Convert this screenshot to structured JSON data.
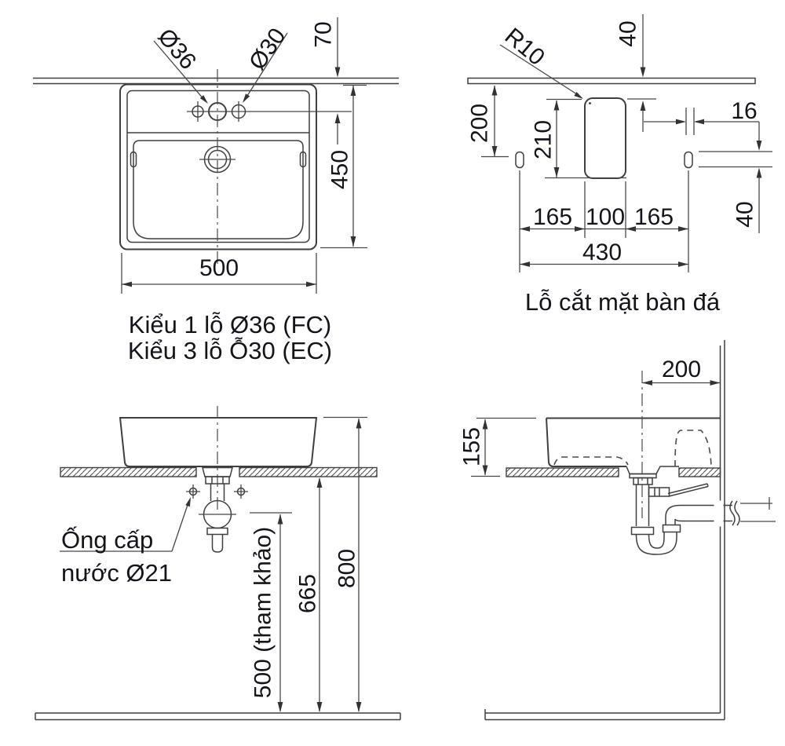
{
  "drawing": {
    "plan_view": {
      "hole_label_fc": "Ø36",
      "hole_label_ec": "Ø30",
      "dim_hole_setback": "70",
      "dim_depth": "450",
      "dim_width": "500",
      "caption_line1": "Kiểu 1 lỗ Ø36 (FC)",
      "caption_line2": "Kiểu 3 lỗ Ỗ30 (EC)"
    },
    "cutout_view": {
      "corner_radius_label": "R10",
      "dim_wall_gap": "40",
      "dim_slot_depth": "200",
      "dim_cut_height": "210",
      "dim_slot_width": "16",
      "dim_slot_height": "40",
      "dim_left_span": "165",
      "dim_cut_width": "100",
      "dim_right_span": "165",
      "dim_total_width": "430",
      "caption": "Lỗ cắt mặt bàn đá"
    },
    "front_view": {
      "supply_label_line1": "Ống cấp",
      "supply_label_line2": "nước Ø21",
      "dim_trap_height": "500 (tham khảo)",
      "dim_counter_height": "665",
      "dim_rim_height": "800"
    },
    "side_view": {
      "dim_center_to_wall": "200",
      "dim_basin_height": "155"
    },
    "colors": {
      "background": "#ffffff",
      "line": "#3f3f3f",
      "dimension_line": "#474747",
      "text": "#14141c"
    }
  }
}
